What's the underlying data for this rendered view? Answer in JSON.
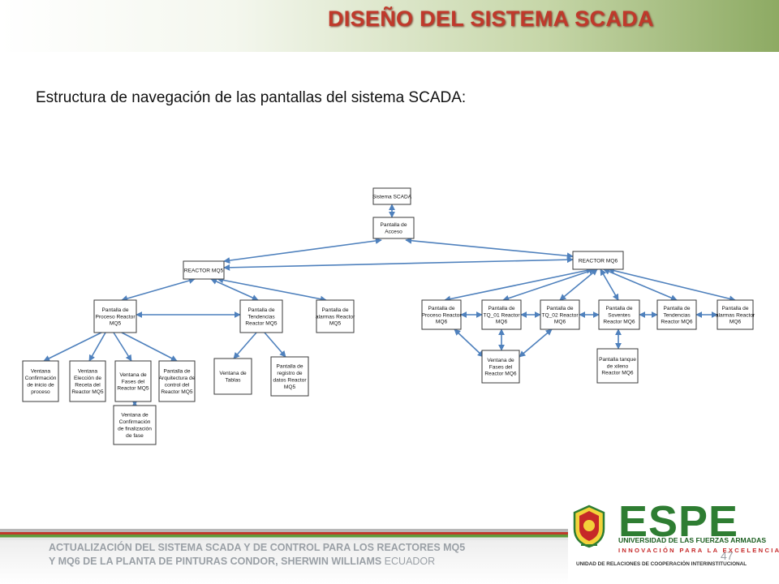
{
  "header": {
    "title": "DISEÑO DEL SISTEMA SCADA"
  },
  "subtitle": "Estructura de navegación de las pantallas del sistema SCADA:",
  "diagram": {
    "nodes": {
      "sistema": [
        "Sistema SCADA"
      ],
      "acceso": [
        "Pantalla de",
        "Acceso"
      ],
      "mq5": [
        "REACTOR MQ5"
      ],
      "mq6": [
        "REACTOR MQ6"
      ],
      "proceso_mq5": [
        "Pantalla de",
        "Proceso Reactor",
        "MQ5"
      ],
      "tendencias_mq5": [
        "Pantalla de",
        "Tendencias",
        "Reactor MQ5"
      ],
      "alarmas_mq5": [
        "Pantalla de",
        "alarmas Reactor",
        "MQ5"
      ],
      "confirmacion_inicio": [
        "Ventana",
        "Confirmación",
        "de inicio de",
        "proceso"
      ],
      "eleccion_receta": [
        "Ventana",
        "Elección de",
        "Receta del",
        "Reactor MQ5"
      ],
      "fases_mq5": [
        "Ventana de",
        "Fases del",
        "Reactor MQ5"
      ],
      "arquitectura": [
        "Pantalla de",
        "Arquitectura de",
        "control del",
        "Reactor MQ5"
      ],
      "confirmacion_fin": [
        "Ventana de",
        "Confirmación",
        "de finalización",
        "de fase"
      ],
      "tablas": [
        "Ventana de",
        "Tablas"
      ],
      "registro": [
        "Pantalla de",
        "registro de",
        "datos Reactor",
        "MQ5"
      ],
      "proceso_mq6": [
        "Pantalla de",
        "Proceso Reactor",
        "MQ6"
      ],
      "tq01": [
        "Pantalla de",
        "TQ_01 Reactor",
        "MQ6"
      ],
      "tq02": [
        "Pantalla de",
        "TQ_02 Reactor",
        "MQ6"
      ],
      "solventes": [
        "Pantalla de",
        "Soventes",
        "Reactor MQ6"
      ],
      "tendencias_mq6": [
        "Pantalla de",
        "Tendencias",
        "Reactor MQ6"
      ],
      "alarmas_mq6": [
        "Pantalla de",
        "alarmas Reactor",
        "MQ6"
      ],
      "fases_mq6": [
        "Ventana de",
        "Fases del",
        "Reactor MQ6"
      ],
      "xileno": [
        "Pantalla tanque",
        "de xileno",
        "Reactor MQ6"
      ]
    }
  },
  "footer": {
    "line1": "ACTUALIZACIÓN DEL SISTEMA SCADA Y DE CONTROL PARA LOS REACTORES MQ5",
    "line2_bold": "Y MQ6 DE LA PLANTA DE PINTURAS CONDOR, SHERWIN WILLIAMS",
    "line2_light": " ECUADOR",
    "page": "47"
  },
  "logo": {
    "wordmark": "ESPE",
    "university": "UNIVERSIDAD DE LAS FUERZAS ARMADAS",
    "motto": "INNOVACIÓN PARA LA EXCELENCIA",
    "unit": "UNIDAD DE RELACIONES DE COOPERACIÓN INTERINSTITUCIONAL"
  },
  "colors": {
    "title": "#c0392b",
    "connector": "#4f81bd",
    "brand_green": "#2e7d32",
    "brand_red": "#c62828"
  }
}
